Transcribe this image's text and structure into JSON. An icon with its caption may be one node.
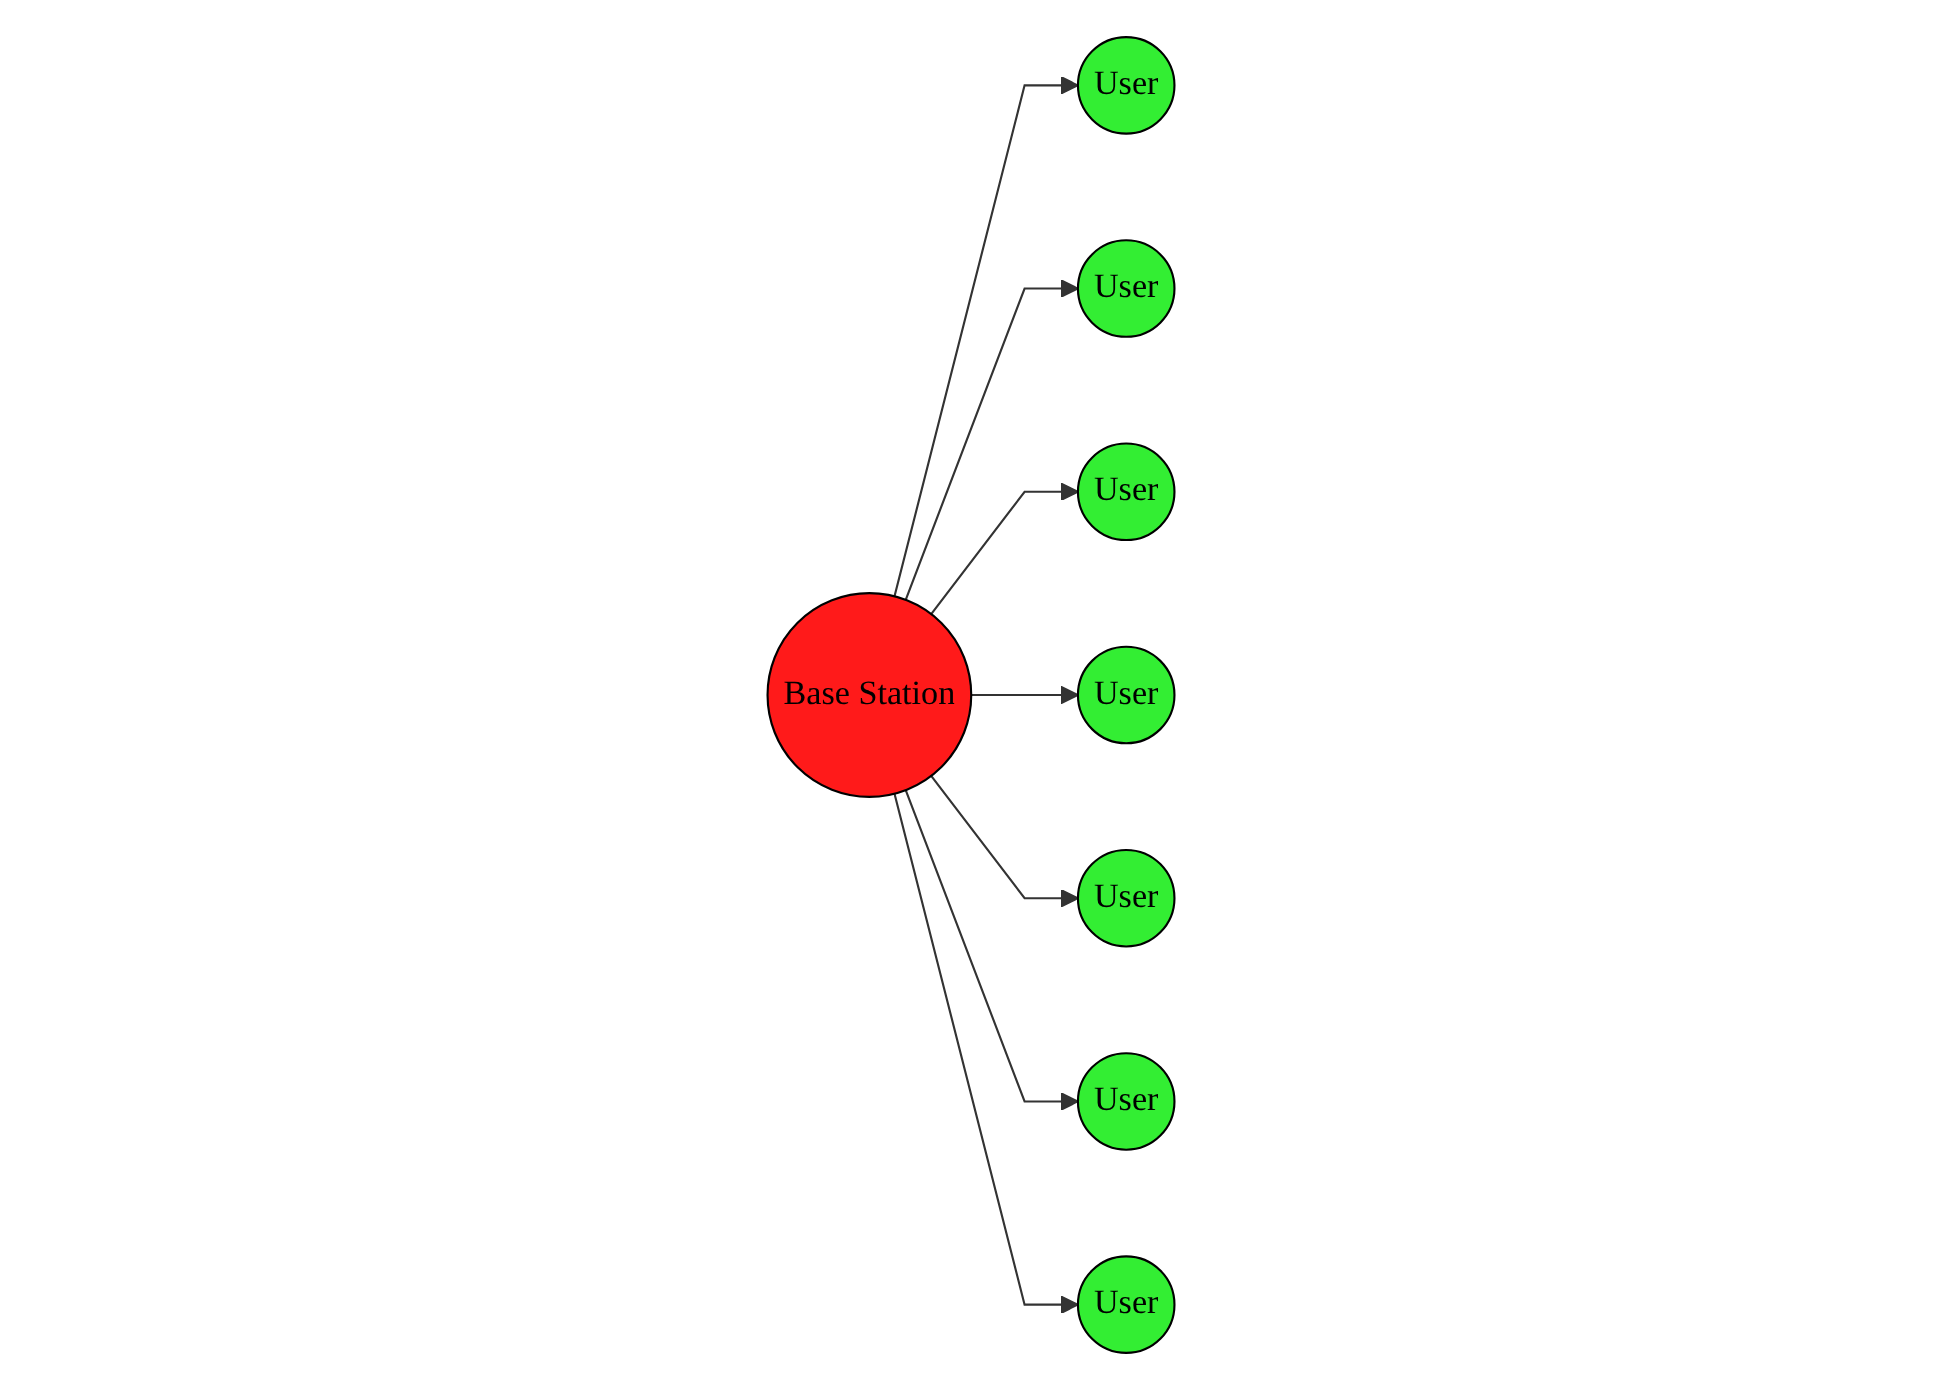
{
  "diagram": {
    "nodes": [
      {
        "text": [
          "Base Station"
        ]
      },
      {
        "text": [
          "User"
        ]
      },
      {
        "text": [
          "User"
        ]
      },
      {
        "text": [
          "User"
        ]
      },
      {
        "text": [
          "User"
        ]
      },
      {
        "text": [
          "User"
        ]
      },
      {
        "text": [
          "User"
        ]
      },
      {
        "text": [
          "User"
        ]
      }
    ],
    "edges": [
      {
        "from": 0,
        "to": 1,
        "arrow": "to"
      },
      {
        "from": 0,
        "to": 2,
        "arrow": "to"
      },
      {
        "from": 0,
        "to": 3,
        "arrow": "to"
      },
      {
        "from": 0,
        "to": 4,
        "arrow": "to"
      },
      {
        "from": 0,
        "to": 5,
        "arrow": "to"
      },
      {
        "from": 0,
        "to": 6,
        "arrow": "to"
      },
      {
        "from": 0,
        "to": 7,
        "arrow": "to"
      }
    ]
  }
}
